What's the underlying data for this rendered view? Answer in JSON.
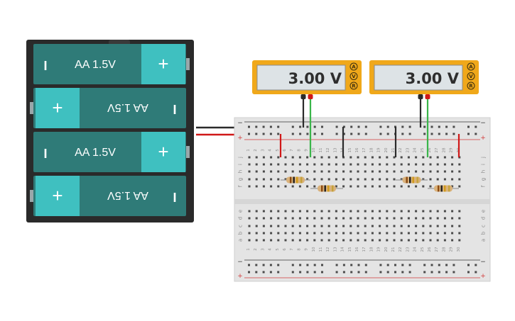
{
  "battery_pack": {
    "cells": [
      {
        "label": "AA 1.5V",
        "flipped": false
      },
      {
        "label": "AA 1.5V",
        "flipped": true
      },
      {
        "label": "AA 1.5V",
        "flipped": false
      },
      {
        "label": "AA 1.5V",
        "flipped": true
      }
    ],
    "plus_symbol": "+",
    "minus_symbol": "I"
  },
  "multimeters": [
    {
      "reading": "3.00 V",
      "modes": [
        "A",
        "V",
        "R"
      ]
    },
    {
      "reading": "3.00 V",
      "modes": [
        "A",
        "V",
        "R"
      ]
    }
  ],
  "breadboard": {
    "columns": 30,
    "top_rows": [
      "j",
      "i",
      "h",
      "g",
      "f"
    ],
    "bottom_rows": [
      "e",
      "d",
      "c",
      "b",
      "a"
    ],
    "rail_minus": "−",
    "rail_plus": "+"
  },
  "colors": {
    "battery_case": "#2a2a2a",
    "cell_dark": "#2f7b78",
    "cell_light": "#3fc0c0",
    "meter_body": "#f0a81a",
    "meter_screen": "#dde3e6",
    "wire_black": "#2b2b2b",
    "wire_red": "#d01818",
    "wire_green": "#3ab54a",
    "rail_red": "#d23a3a",
    "breadboard": "#e4e4e4"
  }
}
